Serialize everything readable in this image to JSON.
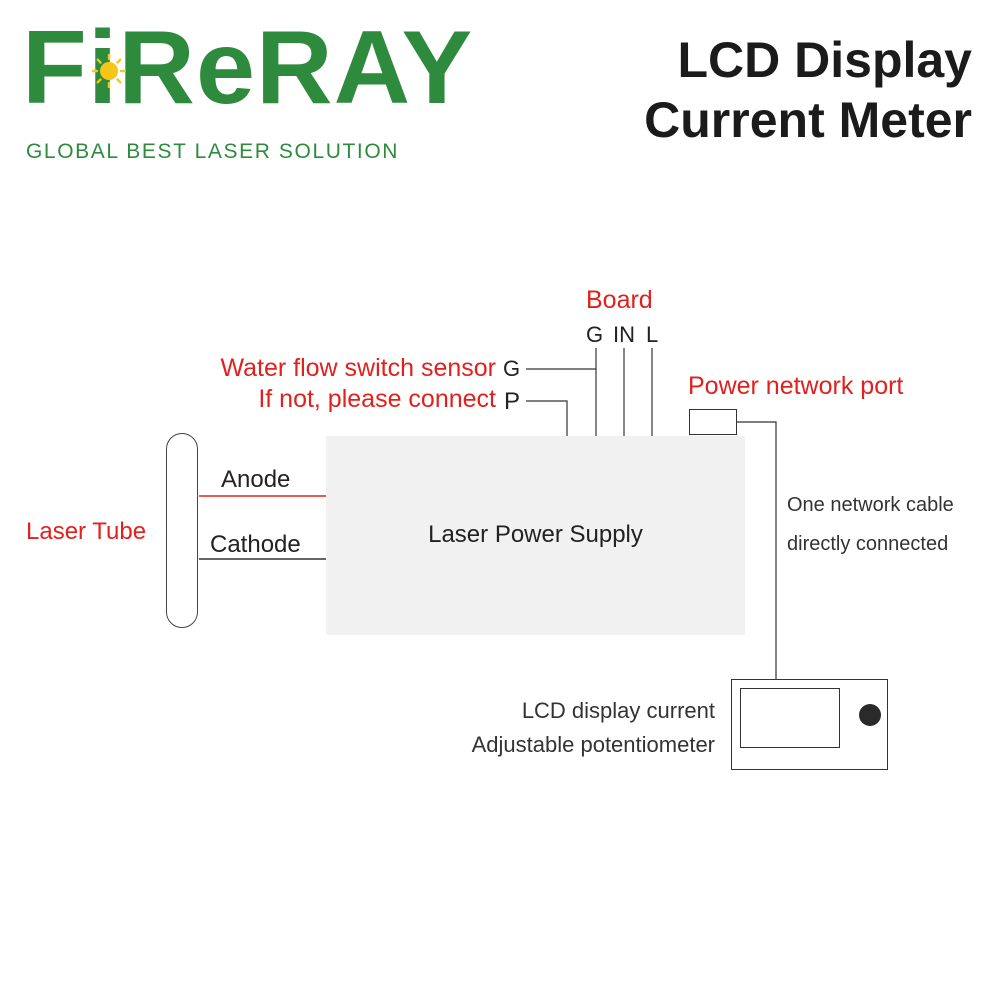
{
  "brand": {
    "name": "FireRay",
    "wordmark": "FiReRAY",
    "tagline": "GLOBAL BEST LASER SOLUTION",
    "color": "#2e8b3e"
  },
  "title": {
    "line1": "LCD Display",
    "line2": "Current Meter"
  },
  "diagram": {
    "board_label": "Board",
    "board_pins": [
      "G",
      "IN",
      "L"
    ],
    "water_sensor_label": "Water flow switch sensor",
    "water_sensor_pin": "G",
    "if_not_label": "If not, please connect",
    "if_not_pin": "P",
    "power_port_label": "Power network port",
    "anode_label": "Anode",
    "cathode_label": "Cathode",
    "laser_tube_label": "Laser Tube",
    "psu_label": "Laser Power Supply",
    "cable_note_line1": "One network cable",
    "cable_note_line2": "directly connected",
    "lcd_caption_line1": "LCD display current",
    "lcd_caption_line2": "Adjustable potentiometer",
    "accent_red": "#e0211d",
    "wire_color": "#333333"
  }
}
